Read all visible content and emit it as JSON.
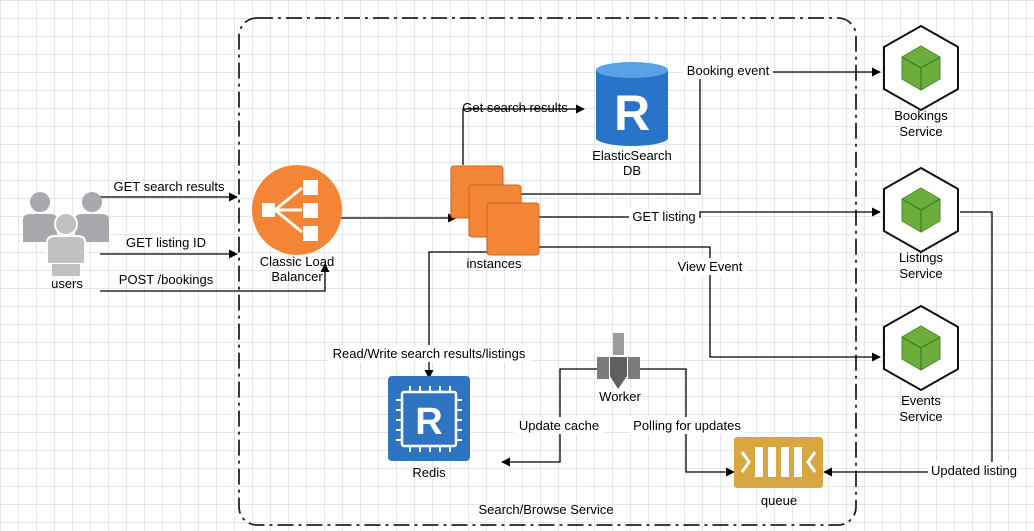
{
  "boundary": {
    "label": "Search/Browse Service"
  },
  "nodes": {
    "users": {
      "label": "users"
    },
    "load_balancer": {
      "label_line1": "Classic Load",
      "label_line2": "Balancer"
    },
    "instances": {
      "label": "instances"
    },
    "elasticsearch": {
      "label_line1": "ElasticSearch",
      "label_line2": "DB",
      "glyph": "R"
    },
    "redis": {
      "label": "Redis",
      "glyph": "R"
    },
    "worker": {
      "label": "Worker"
    },
    "queue": {
      "label": "queue"
    },
    "bookings_service": {
      "label_line1": "Bookings",
      "label_line2": "Service"
    },
    "listings_service": {
      "label_line1": "Listings",
      "label_line2": "Service"
    },
    "events_service": {
      "label_line1": "Events",
      "label_line2": "Service"
    }
  },
  "edges": {
    "get_search_results_user": "GET search results",
    "get_listing_id": "GET listing ID",
    "post_bookings": "POST /bookings",
    "get_search_results_es": "Get search results",
    "booking_event": "Booking event",
    "get_listing": "GET listing",
    "view_event": "View Event",
    "read_write_redis": "Read/Write search results/listings",
    "update_cache": "Update cache",
    "polling_for_updates": "Polling for updates",
    "updated_listing": "Updated listing"
  },
  "colors": {
    "load_balancer": "#f58536",
    "instances": "#f58536",
    "elasticsearch": "#2874c8",
    "redis": "#2f74c0",
    "queue": "#d9a741",
    "service_hex": "#6cae3e",
    "user_icon": "#a7a9ac",
    "worker": "#7b7b7b"
  },
  "icons": {
    "users": "users-group-icon",
    "load_balancer": "load-balancer-icon",
    "instances": "ec2-instances-icon",
    "elasticsearch": "elasticsearch-cylinder-icon",
    "redis": "redis-chip-icon",
    "worker": "worker-icon",
    "queue": "sqs-queue-icon",
    "service": "hexagon-service-icon"
  }
}
